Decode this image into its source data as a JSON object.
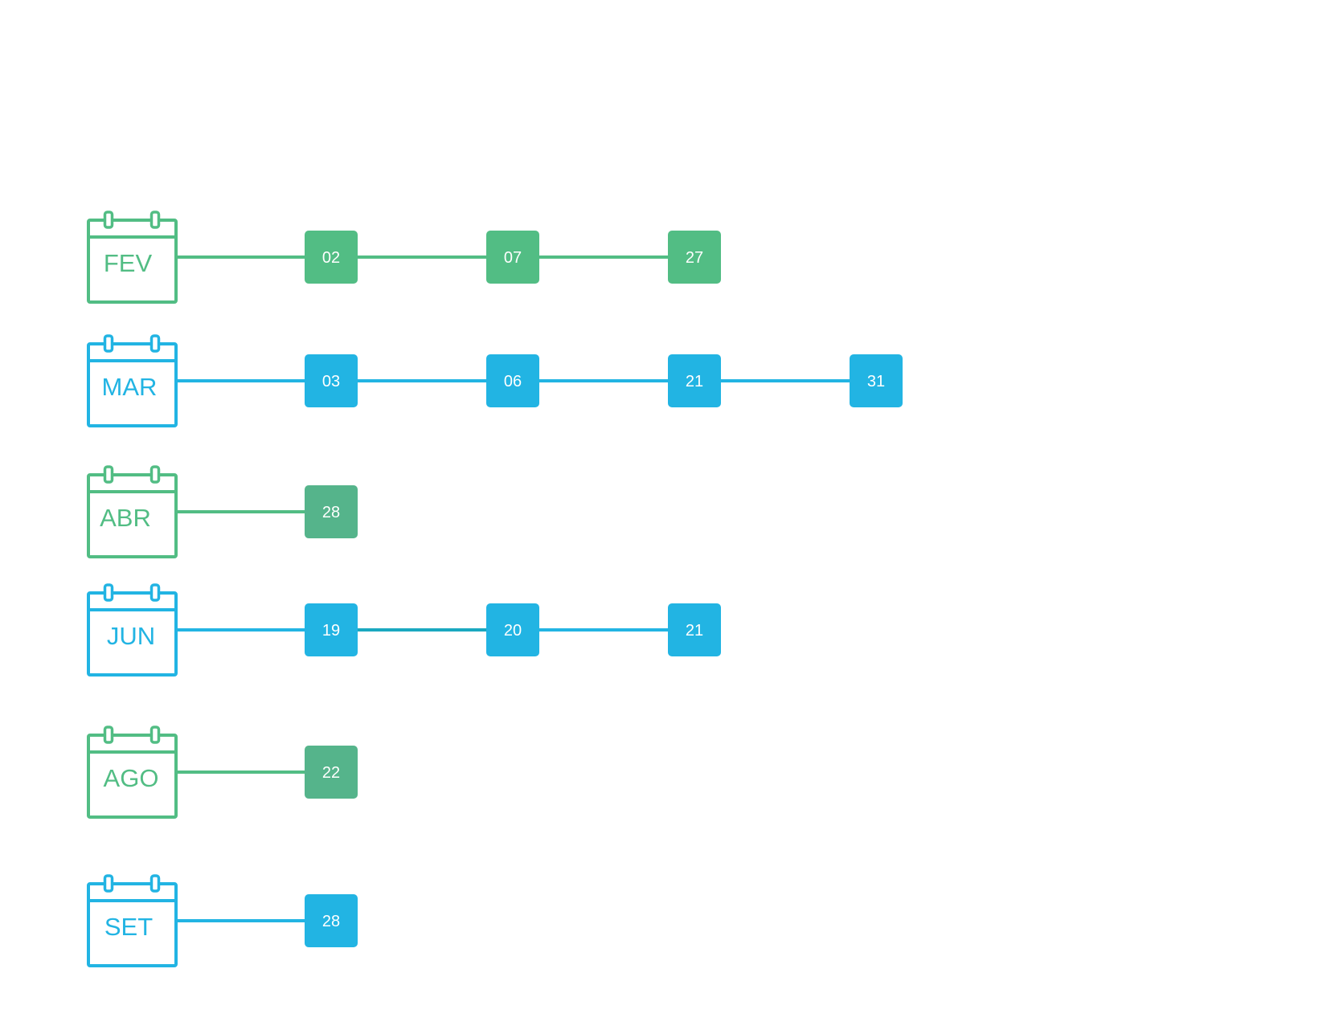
{
  "colors": {
    "green": "#52bd84",
    "green_dark": "#55b48b",
    "blue": "#22b4e3",
    "blue_connector": "#1aa8c0"
  },
  "rows": [
    {
      "month": "FEV",
      "color": "#52bd84",
      "days": [
        {
          "label": "02",
          "color": "#52bd84"
        },
        {
          "label": "07",
          "color": "#52bd84"
        },
        {
          "label": "27",
          "color": "#52bd84"
        }
      ]
    },
    {
      "month": "MAR",
      "color": "#22b4e3",
      "days": [
        {
          "label": "03",
          "color": "#22b4e3"
        },
        {
          "label": "06",
          "color": "#22b4e3"
        },
        {
          "label": "21",
          "color": "#22b4e3"
        },
        {
          "label": "31",
          "color": "#22b4e3"
        }
      ]
    },
    {
      "month": "ABR",
      "color": "#52bd84",
      "days": [
        {
          "label": "28",
          "color": "#55b48b"
        }
      ]
    },
    {
      "month": "JUN",
      "color": "#22b4e3",
      "days": [
        {
          "label": "19",
          "color": "#22b4e3"
        },
        {
          "label": "20",
          "color": "#22b4e3"
        },
        {
          "label": "21",
          "color": "#22b4e3"
        }
      ],
      "connector_colors": [
        "#22b4e3",
        "#1aa8c0",
        "#22b4e3"
      ]
    },
    {
      "month": "AGO",
      "color": "#52bd84",
      "days": [
        {
          "label": "22",
          "color": "#55b48b"
        }
      ]
    },
    {
      "month": "SET",
      "color": "#22b4e3",
      "days": [
        {
          "label": "28",
          "color": "#22b4e3"
        }
      ]
    }
  ]
}
